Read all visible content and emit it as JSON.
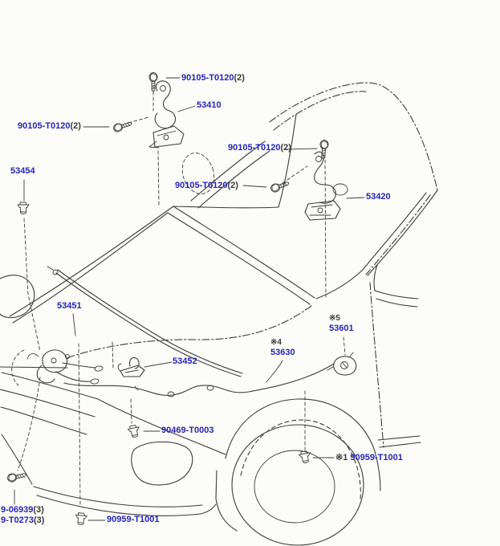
{
  "diagram": {
    "type": "parts-diagram",
    "subject": "hood lock and hinge assembly, front 3/4 view of vehicle",
    "background_color": "#fcfcf9",
    "part_number_color": "#2424bc",
    "annotation_color": "#3a3a3a",
    "line_color": "#3c3c3c"
  },
  "callouts": [
    {
      "id": "bolt-hinge-lh-upper",
      "part": "90105-T0120",
      "qty": "(2)"
    },
    {
      "id": "hinge-lh",
      "part": "53410"
    },
    {
      "id": "bolt-hinge-lh-left",
      "part": "90105-T0120",
      "qty": "(2)"
    },
    {
      "id": "bolt-hinge-rh-upper",
      "part": "90105-T0120",
      "qty": "(2)"
    },
    {
      "id": "bolt-hinge-rh-lower",
      "part": "90105-T0120",
      "qty": "(2)"
    },
    {
      "id": "hinge-rh",
      "part": "53420"
    },
    {
      "id": "clip-cowl",
      "part": "53454"
    },
    {
      "id": "weatherstrip-hood",
      "part": "53451"
    },
    {
      "id": "striker-hood-lock",
      "part": "53452"
    },
    {
      "id": "cable-hood-release",
      "mark": "※4",
      "part": "53630"
    },
    {
      "id": "lock-assy-hood",
      "mark": "※5",
      "part": "53601"
    },
    {
      "id": "clip-bumper",
      "part": "90469-T0003"
    },
    {
      "id": "bolt-lower-a",
      "part": "9-06939",
      "qty": "(3)"
    },
    {
      "id": "bolt-lower-b",
      "part": "9-T0273",
      "qty": "(3)"
    },
    {
      "id": "clip-lower",
      "part": "90959-T1001"
    },
    {
      "id": "clip-fender",
      "pre": "※1 ",
      "part": "90959-T1001"
    }
  ]
}
